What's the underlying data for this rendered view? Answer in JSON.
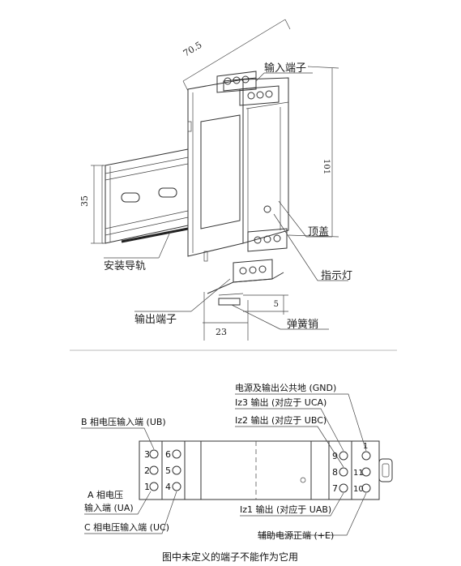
{
  "top_view": {
    "dim_depth": "70.5",
    "dim_height": "101",
    "dim_rail": "35",
    "dim_width": "23",
    "dim_clip": "5",
    "label_input_terminal": "输入端子",
    "label_cover": "顶盖",
    "label_indicator": "指示灯",
    "label_rail": "安装导轨",
    "label_output_terminal": "输出端子",
    "label_spring_pin": "弹簧销"
  },
  "wiring": {
    "label_gnd": "电源及输出公共地 (GND)",
    "label_iz3": "Iz3 输出 (对应于 UCA)",
    "label_iz2": "Iz2 输出 (对应于 UBC)",
    "label_b_input": "B 相电压输入端 (UB)",
    "label_a_input_1": "A 相电压",
    "label_a_input_2": "输入端 (UA)",
    "label_c_input": "C 相电压输入端 (UC)",
    "label_iz1": "Iz1 输出 (对应于 UAB)",
    "label_aux_power": "辅助电源正端 (+E)",
    "terminals_left": [
      "3",
      "2",
      "1"
    ],
    "terminals_left2": [
      "6",
      "5",
      "4"
    ],
    "terminals_right": [
      "9",
      "8",
      "7"
    ],
    "terminals_right2": [
      "1",
      "11",
      "10"
    ]
  },
  "caption": "图中未定义的端子不能作为它用"
}
